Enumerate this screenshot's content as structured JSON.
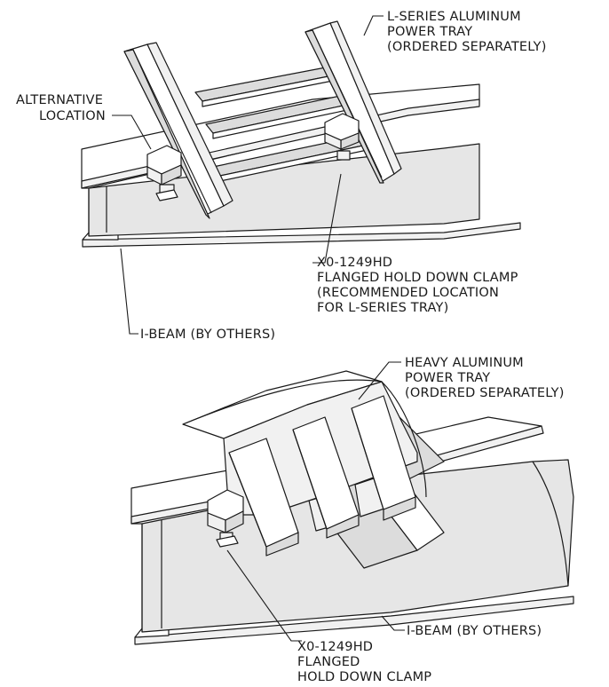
{
  "top_view": {
    "callout_tray": [
      "L-SERIES ALUMINUM",
      "POWER TRAY",
      "(ORDERED SEPARATELY)"
    ],
    "callout_alt": [
      "ALTERNATIVE",
      "LOCATION"
    ],
    "callout_clamp": [
      "X0-1249HD",
      "FLANGED HOLD DOWN CLAMP",
      "(RECOMMENDED LOCATION",
      "FOR L-SERIES TRAY)"
    ],
    "callout_beam": [
      "I-BEAM (BY OTHERS)"
    ]
  },
  "bottom_view": {
    "callout_tray": [
      "HEAVY ALUMINUM",
      "POWER TRAY",
      "(ORDERED SEPARATELY)"
    ],
    "callout_beam": [
      "I-BEAM (BY OTHERS)"
    ],
    "callout_clamp": [
      "X0-1249HD",
      "FLANGED",
      "HOLD DOWN CLAMP"
    ]
  }
}
